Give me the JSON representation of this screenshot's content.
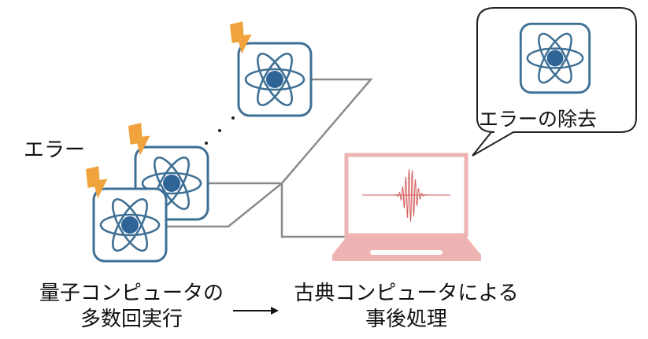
{
  "labels": {
    "error": "エラー",
    "error_removal": "エラーの除去",
    "quantum_line1": "量子コンピュータの",
    "quantum_line2": "多数回実行",
    "classical_line1": "古典コンピュータによる",
    "classical_line2": "事後処理"
  },
  "icons": {
    "qubit": "atom-icon",
    "error": "lightning-bolt-icon",
    "classical": "laptop-icon",
    "signal": "waveform-icon"
  },
  "colors": {
    "icon_border": "#3e6f94",
    "nucleus": "#2f6497",
    "bolt": "#f0a33c",
    "laptop": "#eeb3b3",
    "wire": "#8a8a8a"
  }
}
